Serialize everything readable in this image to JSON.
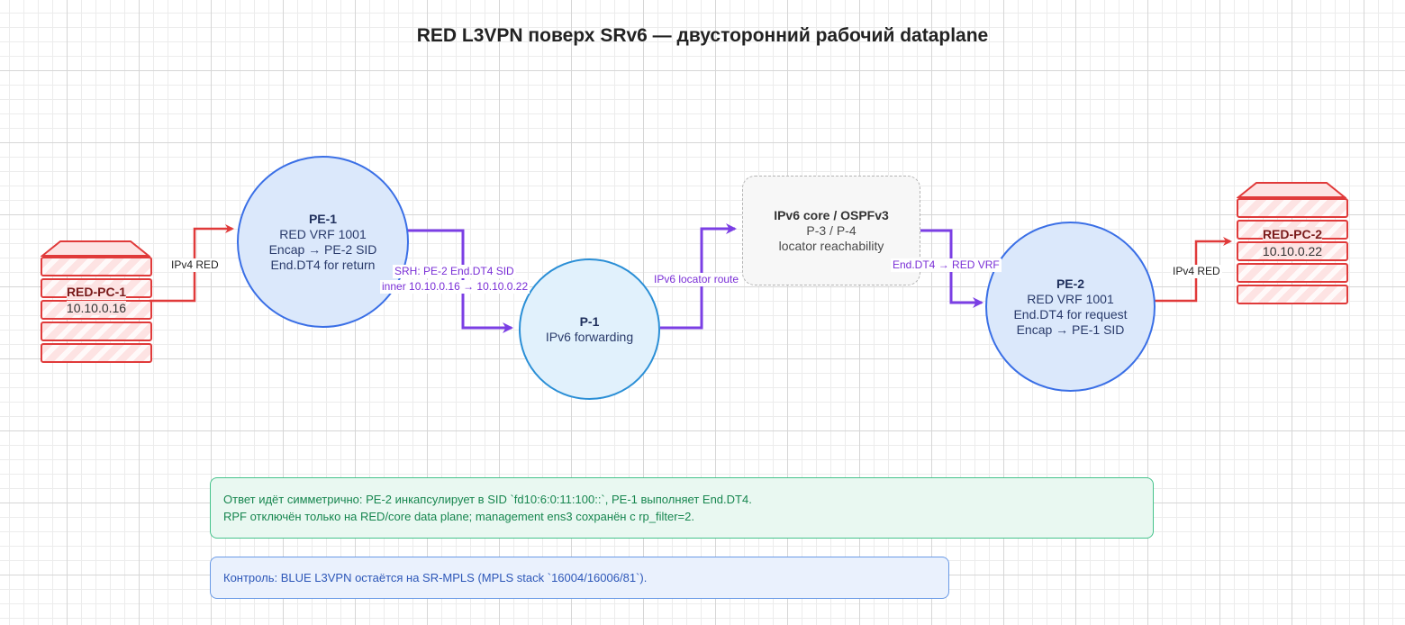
{
  "title": "RED L3VPN поверх SRv6 — двусторонний рабочий dataplane",
  "colors": {
    "red_edge": "#e03a3a",
    "purple_edge": "#7b3fe4",
    "pe_fill": "#dbe8fb",
    "p_fill": "#e1f1fc"
  },
  "hosts": {
    "pc1": {
      "name": "RED-PC-1",
      "ip": "10.10.0.16"
    },
    "pc2": {
      "name": "RED-PC-2",
      "ip": "10.10.0.22"
    }
  },
  "nodes": {
    "pe1": {
      "name": "PE-1",
      "lines": [
        "RED VRF 1001",
        "Encap → PE-2 SID",
        "End.DT4 for return"
      ]
    },
    "p1": {
      "name": "P-1",
      "lines": [
        "IPv6 forwarding"
      ]
    },
    "core": {
      "name": "IPv6 core / OSPFv3",
      "lines": [
        "P-3 / P-4",
        "locator reachability"
      ]
    },
    "pe2": {
      "name": "PE-2",
      "lines": [
        "RED VRF 1001",
        "End.DT4 for request",
        "Encap → PE-1 SID"
      ]
    }
  },
  "edges": {
    "pc1_pe1": "IPv4 RED",
    "pe1_p1_a": "SRH: PE-2 End.DT4 SID",
    "pe1_p1_b": "inner 10.10.0.16 → 10.10.0.22",
    "p1_core": "IPv6 locator route",
    "core_pe2": "End.DT4 → RED VRF",
    "pe2_pc2": "IPv4 RED"
  },
  "notes": {
    "green_line1": "Ответ идёт симметрично: PE-2 инкапсулирует в SID `fd10:6:0:11:100::`, PE-1 выполняет End.DT4.",
    "green_line2": "RPF отключён только на RED/core data plane; management ens3 сохранён с rp_filter=2.",
    "blue_line1": "Контроль: BLUE L3VPN остаётся на SR-MPLS (MPLS stack `16004/16006/81`)."
  }
}
